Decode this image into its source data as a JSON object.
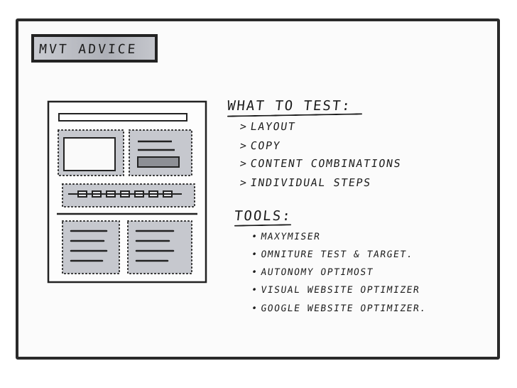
{
  "title": "MVT ADVICE",
  "test_section": {
    "heading": "WHAT TO TEST:",
    "marker": ">",
    "items": [
      "LAYOUT",
      "COPY",
      "CONTENT COMBINATIONS",
      "INDIVIDUAL STEPS"
    ]
  },
  "tools_section": {
    "heading": "TOOLS:",
    "marker": "•",
    "items": [
      "MAXYMISER",
      "OMNITURE TEST & TARGET.",
      "AUTONOMY OPTIMOST",
      "VISUAL WEBSITE OPTIMIZER",
      "GOOGLE WEBSITE OPTIMIZER."
    ]
  },
  "colors": {
    "ink": "#1d1d1d",
    "marker_gray": "#b8bac0",
    "paper": "#fbfbfb"
  },
  "icons": {
    "wireframe": "page-wireframe-sketch-icon"
  }
}
